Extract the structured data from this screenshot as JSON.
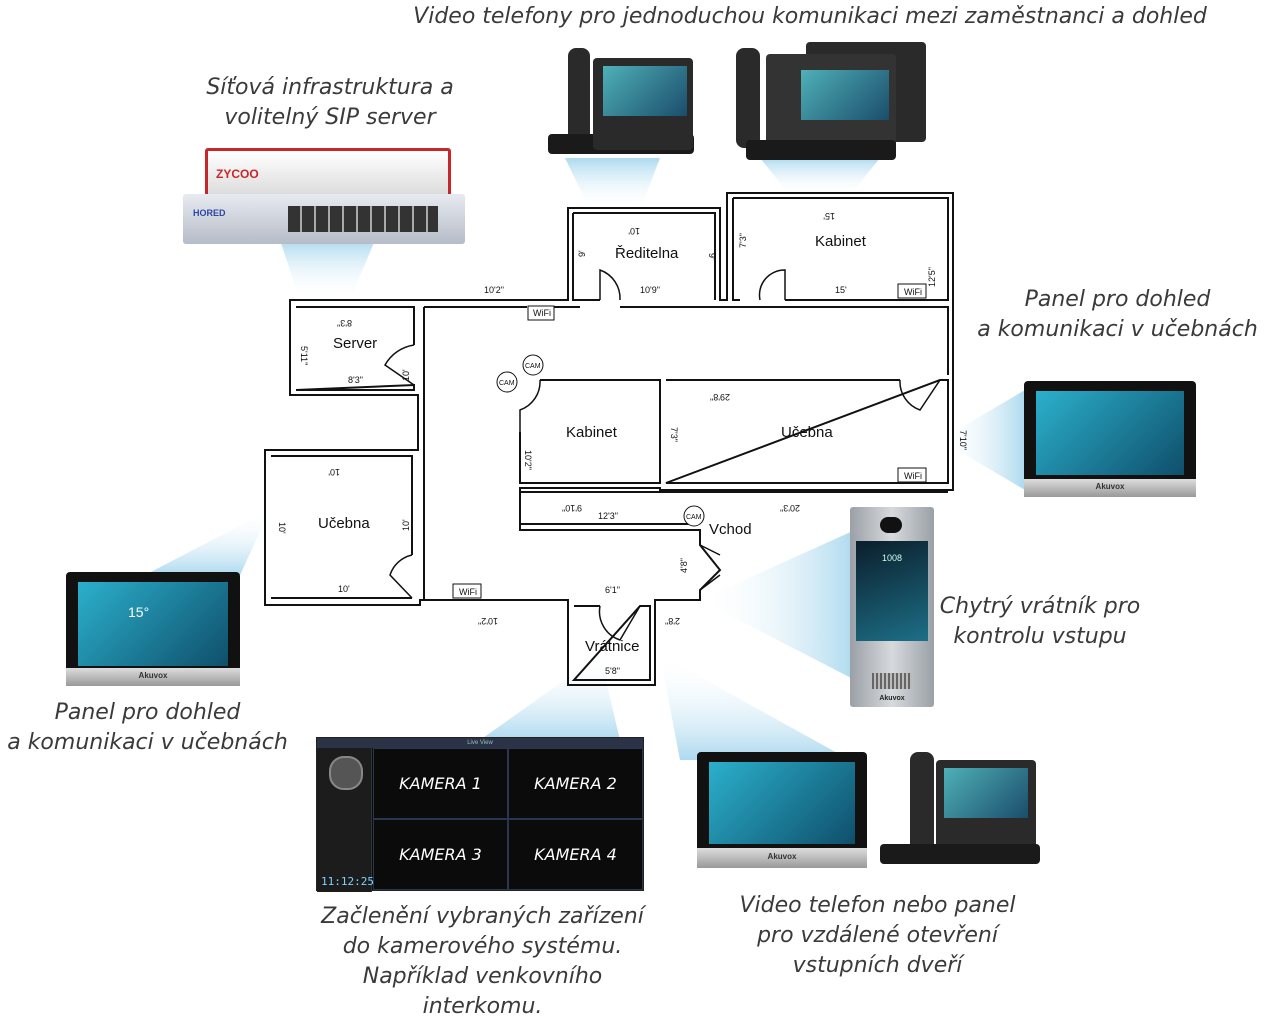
{
  "captions": {
    "video_phones": "Video telefony pro jednoduchou komunikaci mezi zaměstnanci a dohled",
    "network": [
      "Síťová infrastruktura a",
      "volitelný SIP server"
    ],
    "panel_right": [
      "Panel pro dohled",
      "a komunikaci v učebnách"
    ],
    "panel_left": [
      "Panel pro dohled",
      "a komunikaci v učebnách"
    ],
    "doorman": [
      "Chytrý vrátník pro",
      "kontrolu vstupu"
    ],
    "camera_system": [
      "Začlenění vybraných zařízení",
      "do kamerového systému.",
      "Například venkovního",
      "interkomu."
    ],
    "remote_open": [
      "Video telefon nebo panel",
      "pro vzdálené otevření",
      "vstupních dveří"
    ]
  },
  "rooms": {
    "reditelna": "Ředitelna",
    "kabinet_top": "Kabinet",
    "server": "Server",
    "kabinet_mid": "Kabinet",
    "ucebna_mid": "Učebna",
    "ucebna_left": "Učebna",
    "vchod": "Vchod",
    "vratnice": "Vrátnice"
  },
  "dimensions": {
    "reditelna_top": "10'",
    "reditelna_left": "9'",
    "reditelna_right": "9'",
    "reditelna_bottom": "10'9\"",
    "corridor_top": "10'2\"",
    "kabinet_top_top": "15'",
    "kabinet_top_left": "7'3\"",
    "kabinet_top_right": "12'5\"",
    "kabinet_top_bottom": "15'",
    "server_top": "8'3\"",
    "server_left": "5'11\"",
    "server_bottom": "8'3\"",
    "server_right": "10'",
    "kabinet_mid_left": "10'2\"",
    "kabinet_mid_right": "7'3\"",
    "ucebna_mid_top": "29'8\"",
    "ucebna_mid_right": "7'10\"",
    "corridor_inner_left": "9'10\"",
    "corridor_inner_right": "20'3\"",
    "corridor_inner_bottom": "12'3\"",
    "ucebna_left_top": "10'",
    "ucebna_left_left": "10'",
    "ucebna_left_right": "10'",
    "ucebna_left_bottom": "10'",
    "bottom_wall_left": "10'2\"",
    "vchod_left": "6'1\"",
    "vchod_right": "4'8\"",
    "vchod_bottom": "2'8\"",
    "vratnice_bottom": "5'8\""
  },
  "tags": {
    "wifi": "WiFi",
    "cam": "CAM"
  },
  "camera_ui": {
    "window_title": "Live View",
    "cells": [
      "KAMERA 1",
      "KAMERA 2",
      "KAMERA 3",
      "KAMERA 4"
    ],
    "clock": "11:12:25"
  },
  "devices": {
    "brand": "Akuvox",
    "router_brand": "ZYCOO",
    "switch_brand": "HORED",
    "doorphone_code": "1008",
    "panel_temp": "15°"
  },
  "colors": {
    "beam": "#bfe3f3",
    "panel_screen": "#1a8fb3",
    "text": "#3a3a3a"
  }
}
